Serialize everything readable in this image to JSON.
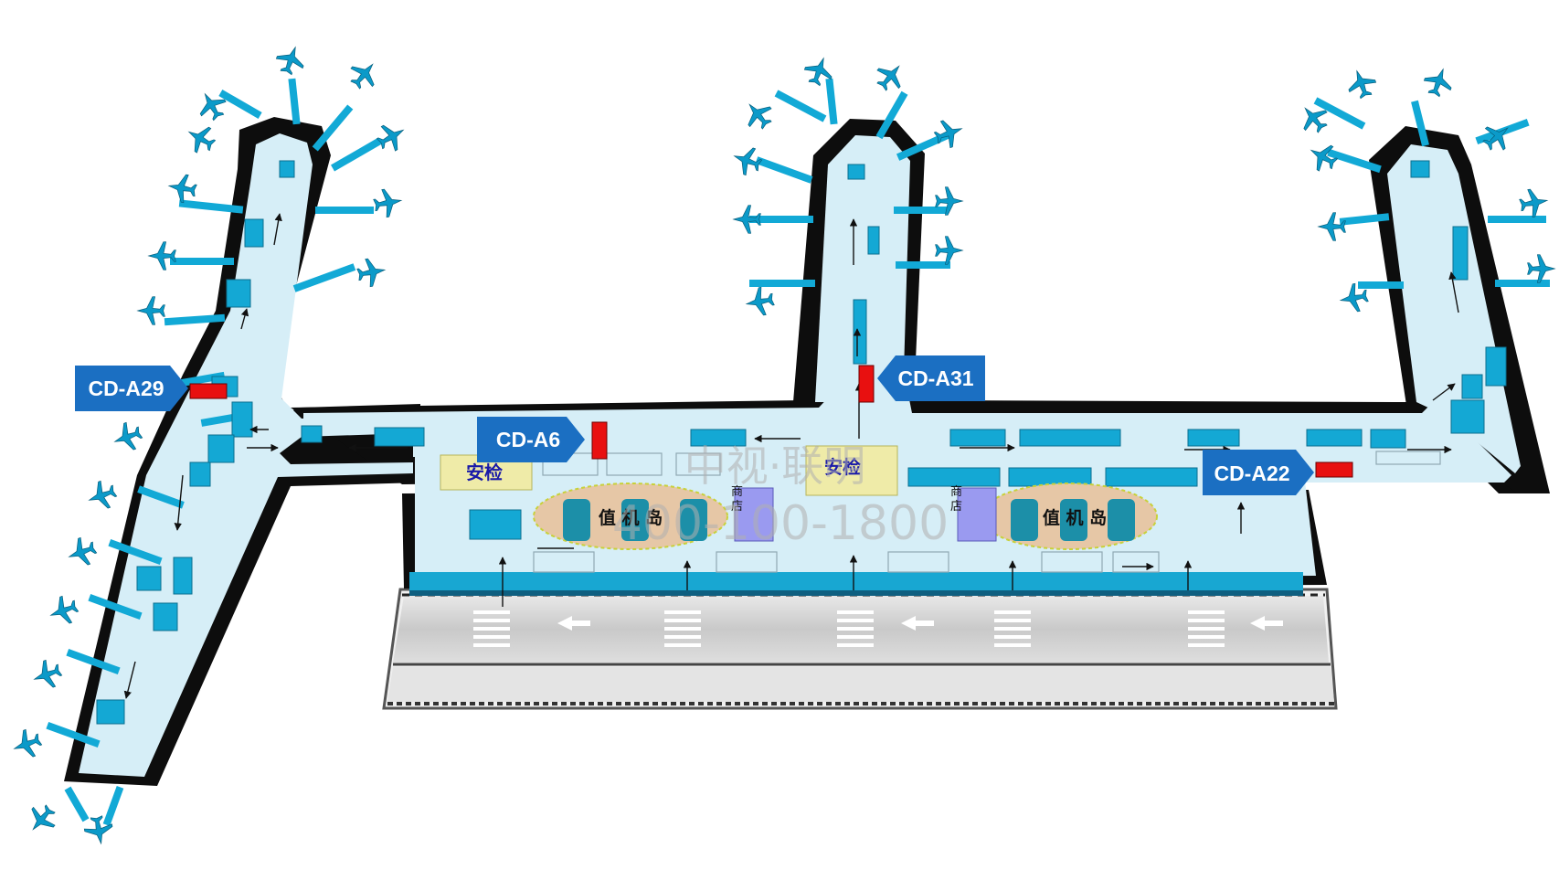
{
  "markers": [
    {
      "id": "a29",
      "label": "CD-A29"
    },
    {
      "id": "a6",
      "label": "CD-A6"
    },
    {
      "id": "a31",
      "label": "CD-A31"
    },
    {
      "id": "a22",
      "label": "CD-A22"
    }
  ],
  "zones": {
    "security_left": "安检",
    "security_center": "安检",
    "island_left": "值 机 岛",
    "island_right": "值 机 岛",
    "shop_left": "商\n店",
    "shop_right": "商\n店"
  },
  "watermark": {
    "line1": "中视·联明",
    "line2": "400-100-1800"
  },
  "colors": {
    "marker_blue": "#1b6fc2",
    "ad_red": "#e81010",
    "floor": "#d6eef7",
    "wall": "#0d0d0d",
    "gate_cyan": "#12a9d6"
  }
}
